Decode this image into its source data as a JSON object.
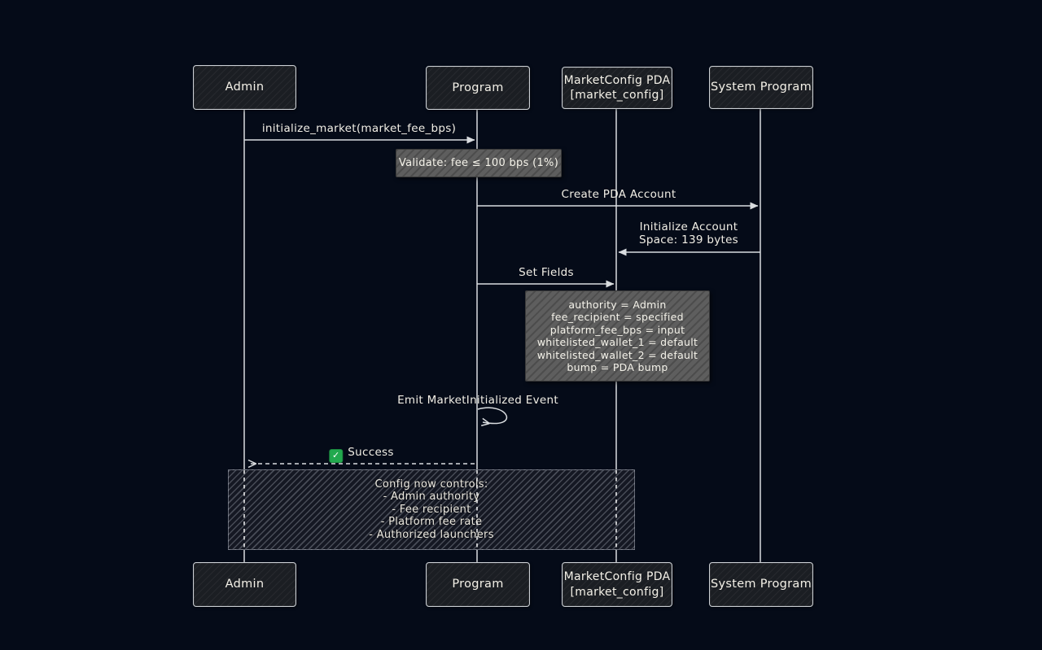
{
  "actors": {
    "admin": "Admin",
    "program": "Program",
    "market_config_line1": "MarketConfig PDA",
    "market_config_line2": "[market_config]",
    "system_program": "System Program"
  },
  "messages": {
    "initialize_market": "initialize_market(market_fee_bps)",
    "create_pda": "Create PDA Account",
    "init_account_line1": "Initialize Account",
    "init_account_line2": "Space: 139 bytes",
    "set_fields": "Set Fields",
    "emit_event": "Emit MarketInitialized Event",
    "success_check": "✓",
    "success": "Success"
  },
  "notes": {
    "validate": "Validate: fee ≤ 100 bps (1%)",
    "fields": {
      "lines": [
        "authority = Admin",
        "fee_recipient = specified",
        "platform_fee_bps = input",
        "whitelisted_wallet_1 = default",
        "whitelisted_wallet_2 = default",
        "bump = PDA bump"
      ]
    },
    "config": {
      "lines": [
        "Config now controls:",
        "- Admin authority",
        "- Fee recipient",
        "- Platform fee rate",
        "- Authorized launchers"
      ]
    }
  },
  "colors": {
    "background": "#050b18",
    "actor_fill": "#1b1e23",
    "actor_border": "#ccd0d5",
    "lifeline": "#cdd0d4",
    "arrow": "#d9dcdf",
    "note_fill": "#5e5e5e",
    "config_note_fill": "#151823",
    "text": "#f2efe6",
    "success_green": "#22a94e"
  }
}
